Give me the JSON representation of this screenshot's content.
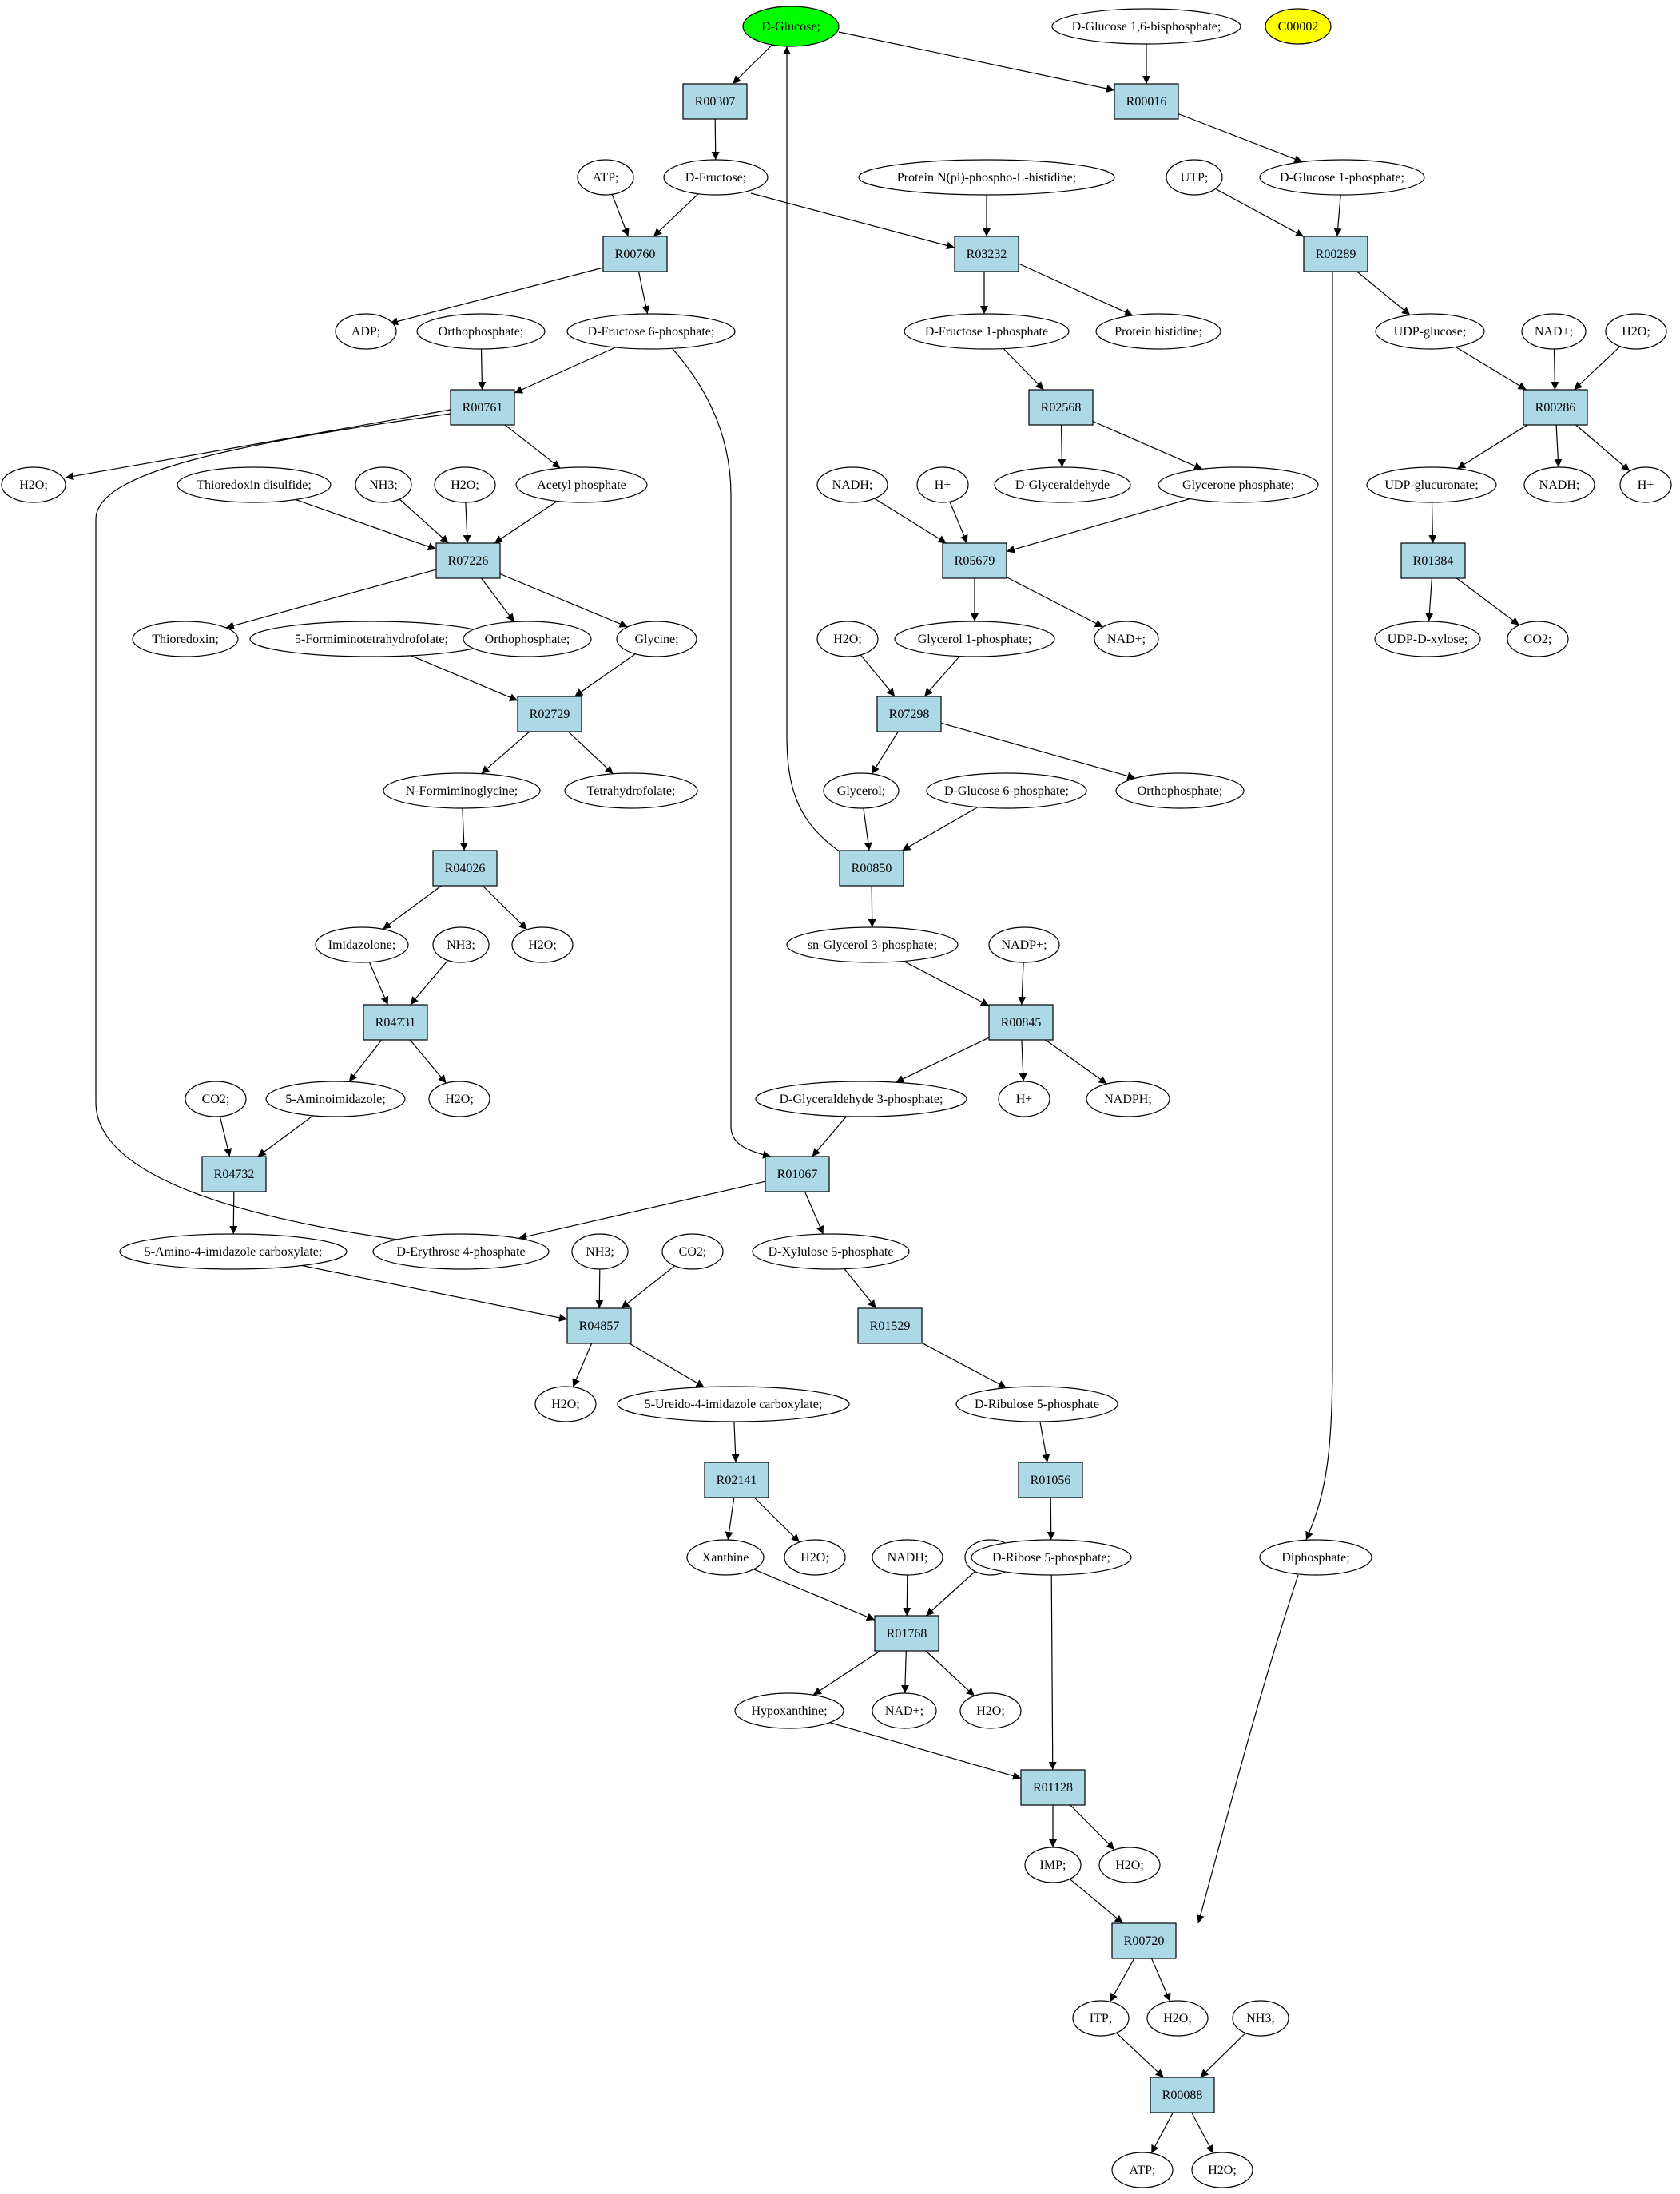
{
  "colors": {
    "reaction": "#add8e6",
    "compound": "#ffffff",
    "start": "#00ff00",
    "highlight": "#ffff00"
  },
  "compounds": [
    {
      "id": "c1",
      "label": "D-Glucose;",
      "fill": "#00ff00"
    },
    {
      "id": "c2",
      "label": "D-Glucose 1,6-bisphosphate;"
    },
    {
      "id": "c3",
      "label": "C00002",
      "fill": "#ffff00"
    },
    {
      "id": "c4",
      "label": "ATP;"
    },
    {
      "id": "c5",
      "label": "D-Fructose;"
    },
    {
      "id": "c6",
      "label": "Protein N(pi)-phospho-L-histidine;"
    },
    {
      "id": "c7",
      "label": "UTP;"
    },
    {
      "id": "c8",
      "label": "D-Glucose 1-phosphate;"
    },
    {
      "id": "c9",
      "label": "ADP;"
    },
    {
      "id": "c10",
      "label": "Orthophosphate;"
    },
    {
      "id": "c11",
      "label": "D-Fructose 6-phosphate;"
    },
    {
      "id": "c12",
      "label": "D-Fructose 1-phosphate"
    },
    {
      "id": "c13",
      "label": "Protein histidine;"
    },
    {
      "id": "c14",
      "label": "UDP-glucose;"
    },
    {
      "id": "c15",
      "label": "NAD+;"
    },
    {
      "id": "c16",
      "label": "H2O;"
    },
    {
      "id": "c17",
      "label": "H2O;"
    },
    {
      "id": "c18",
      "label": "Thioredoxin disulfide;"
    },
    {
      "id": "c19",
      "label": "NH3;"
    },
    {
      "id": "c20",
      "label": "H2O;"
    },
    {
      "id": "c21",
      "label": "Acetyl phosphate"
    },
    {
      "id": "c22",
      "label": "NADH;"
    },
    {
      "id": "c23",
      "label": "H+"
    },
    {
      "id": "c24",
      "label": "D-Glyceraldehyde"
    },
    {
      "id": "c25",
      "label": "Glycerone phosphate;"
    },
    {
      "id": "c26",
      "label": "UDP-glucuronate;"
    },
    {
      "id": "c27",
      "label": "NADH;"
    },
    {
      "id": "c28",
      "label": "H+"
    },
    {
      "id": "c29",
      "label": "Thioredoxin;"
    },
    {
      "id": "c30",
      "label": "5-Formiminotetrahydrofolate;"
    },
    {
      "id": "c31",
      "label": "Orthophosphate;"
    },
    {
      "id": "c32",
      "label": "Glycine;"
    },
    {
      "id": "c33",
      "label": "H2O;"
    },
    {
      "id": "c34",
      "label": "Glycerol 1-phosphate;"
    },
    {
      "id": "c35",
      "label": "NAD+;"
    },
    {
      "id": "c36",
      "label": "UDP-D-xylose;"
    },
    {
      "id": "c37",
      "label": "CO2;"
    },
    {
      "id": "c38",
      "label": "N-Formiminoglycine;"
    },
    {
      "id": "c39",
      "label": "Tetrahydrofolate;"
    },
    {
      "id": "c40",
      "label": "Glycerol;"
    },
    {
      "id": "c41",
      "label": "D-Glucose 6-phosphate;"
    },
    {
      "id": "c42",
      "label": "Orthophosphate;"
    },
    {
      "id": "c43",
      "label": "Imidazolone;"
    },
    {
      "id": "c44",
      "label": "NH3;"
    },
    {
      "id": "c45",
      "label": "H2O;"
    },
    {
      "id": "c46",
      "label": "sn-Glycerol 3-phosphate;"
    },
    {
      "id": "c47",
      "label": "NADP+;"
    },
    {
      "id": "c48",
      "label": "CO2;"
    },
    {
      "id": "c49",
      "label": "5-Aminoimidazole;"
    },
    {
      "id": "c50",
      "label": "H2O;"
    },
    {
      "id": "c51",
      "label": "D-Glyceraldehyde 3-phosphate;"
    },
    {
      "id": "c52",
      "label": "H+"
    },
    {
      "id": "c53",
      "label": "NADPH;"
    },
    {
      "id": "c54",
      "label": "5-Amino-4-imidazole carboxylate;"
    },
    {
      "id": "c55",
      "label": "D-Erythrose 4-phosphate"
    },
    {
      "id": "c56",
      "label": "NH3;"
    },
    {
      "id": "c57",
      "label": "CO2;"
    },
    {
      "id": "c58",
      "label": "D-Xylulose 5-phosphate"
    },
    {
      "id": "c59",
      "label": "H2O;"
    },
    {
      "id": "c60",
      "label": "5-Ureido-4-imidazole carboxylate;"
    },
    {
      "id": "c61",
      "label": "D-Ribulose 5-phosphate"
    },
    {
      "id": "c62",
      "label": "Xanthine"
    },
    {
      "id": "c63",
      "label": "H2O;"
    },
    {
      "id": "c64",
      "label": "NADH;"
    },
    {
      "id": "c65",
      "label": "H+"
    },
    {
      "id": "c66",
      "label": "D-Ribose 5-phosphate;"
    },
    {
      "id": "c67",
      "label": "Diphosphate;"
    },
    {
      "id": "c68",
      "label": "Hypoxanthine;"
    },
    {
      "id": "c69",
      "label": "NAD+;"
    },
    {
      "id": "c70",
      "label": "H2O;"
    },
    {
      "id": "c71",
      "label": "IMP;"
    },
    {
      "id": "c72",
      "label": "H2O;"
    },
    {
      "id": "c73",
      "label": "ITP;"
    },
    {
      "id": "c74",
      "label": "H2O;"
    },
    {
      "id": "c75",
      "label": "NH3;"
    },
    {
      "id": "c76",
      "label": "ATP;"
    },
    {
      "id": "c77",
      "label": "H2O;"
    }
  ],
  "reactions": [
    {
      "id": "r1",
      "label": "R00307"
    },
    {
      "id": "r2",
      "label": "R00016"
    },
    {
      "id": "r3",
      "label": "R00760"
    },
    {
      "id": "r4",
      "label": "R03232"
    },
    {
      "id": "r5",
      "label": "R00289"
    },
    {
      "id": "r6",
      "label": "R00761"
    },
    {
      "id": "r7",
      "label": "R02568"
    },
    {
      "id": "r8",
      "label": "R00286"
    },
    {
      "id": "r9",
      "label": "R07226"
    },
    {
      "id": "r10",
      "label": "R05679"
    },
    {
      "id": "r11",
      "label": "R01384"
    },
    {
      "id": "r12",
      "label": "R02729"
    },
    {
      "id": "r13",
      "label": "R07298"
    },
    {
      "id": "r14",
      "label": "R04026"
    },
    {
      "id": "r15",
      "label": "R00850"
    },
    {
      "id": "r16",
      "label": "R04731"
    },
    {
      "id": "r17",
      "label": "R00845"
    },
    {
      "id": "r18",
      "label": "R04732"
    },
    {
      "id": "r19",
      "label": "R01067"
    },
    {
      "id": "r20",
      "label": "R04857"
    },
    {
      "id": "r21",
      "label": "R01529"
    },
    {
      "id": "r22",
      "label": "R02141"
    },
    {
      "id": "r23",
      "label": "R01056"
    },
    {
      "id": "r24",
      "label": "R01768"
    },
    {
      "id": "r25",
      "label": "R01128"
    },
    {
      "id": "r26",
      "label": "R00720"
    },
    {
      "id": "r27",
      "label": "R00088"
    }
  ],
  "edges": [
    [
      "c1",
      "r1"
    ],
    [
      "r1",
      "c5"
    ],
    [
      "c1",
      "r2"
    ],
    [
      "c2",
      "r2"
    ],
    [
      "r2",
      "c8"
    ],
    [
      "c4",
      "r3"
    ],
    [
      "c5",
      "r3"
    ],
    [
      "r3",
      "c9"
    ],
    [
      "r3",
      "c11"
    ],
    [
      "c5",
      "r4"
    ],
    [
      "c6",
      "r4"
    ],
    [
      "r4",
      "c12"
    ],
    [
      "r4",
      "c13"
    ],
    [
      "c7",
      "r5"
    ],
    [
      "c8",
      "r5"
    ],
    [
      "r5",
      "c14"
    ],
    [
      "r5",
      "c67"
    ],
    [
      "c10",
      "r6"
    ],
    [
      "c11",
      "r6"
    ],
    [
      "r6",
      "c17"
    ],
    [
      "r6",
      "c21"
    ],
    [
      "r6",
      "c55"
    ],
    [
      "c11",
      "r19"
    ],
    [
      "c12",
      "r7"
    ],
    [
      "r7",
      "c24"
    ],
    [
      "r7",
      "c25"
    ],
    [
      "c14",
      "r8"
    ],
    [
      "c15",
      "r8"
    ],
    [
      "c16",
      "r8"
    ],
    [
      "r8",
      "c26"
    ],
    [
      "r8",
      "c27"
    ],
    [
      "r8",
      "c28"
    ],
    [
      "c18",
      "r9"
    ],
    [
      "c19",
      "r9"
    ],
    [
      "c20",
      "r9"
    ],
    [
      "c21",
      "r9"
    ],
    [
      "r9",
      "c29"
    ],
    [
      "r9",
      "c31"
    ],
    [
      "r9",
      "c32"
    ],
    [
      "c22",
      "r10"
    ],
    [
      "c23",
      "r10"
    ],
    [
      "c25",
      "r10"
    ],
    [
      "r10",
      "c34"
    ],
    [
      "r10",
      "c35"
    ],
    [
      "c26",
      "r11"
    ],
    [
      "r11",
      "c36"
    ],
    [
      "r11",
      "c37"
    ],
    [
      "c30",
      "r12"
    ],
    [
      "c32",
      "r12"
    ],
    [
      "r12",
      "c38"
    ],
    [
      "r12",
      "c39"
    ],
    [
      "c33",
      "r13"
    ],
    [
      "c34",
      "r13"
    ],
    [
      "r13",
      "c40"
    ],
    [
      "r13",
      "c42"
    ],
    [
      "c38",
      "r14"
    ],
    [
      "r14",
      "c43"
    ],
    [
      "r14",
      "c45"
    ],
    [
      "c40",
      "r15"
    ],
    [
      "c41",
      "r15"
    ],
    [
      "r15",
      "c46"
    ],
    [
      "r15",
      "c1"
    ],
    [
      "c43",
      "r16"
    ],
    [
      "c44",
      "r16"
    ],
    [
      "r16",
      "c49"
    ],
    [
      "r16",
      "c50"
    ],
    [
      "c46",
      "r17"
    ],
    [
      "c47",
      "r17"
    ],
    [
      "r17",
      "c51"
    ],
    [
      "r17",
      "c52"
    ],
    [
      "r17",
      "c53"
    ],
    [
      "c48",
      "r18"
    ],
    [
      "c49",
      "r18"
    ],
    [
      "r18",
      "c54"
    ],
    [
      "c51",
      "r19"
    ],
    [
      "r19",
      "c55"
    ],
    [
      "r19",
      "c58"
    ],
    [
      "c54",
      "r20"
    ],
    [
      "c56",
      "r20"
    ],
    [
      "c57",
      "r20"
    ],
    [
      "r20",
      "c59"
    ],
    [
      "r20",
      "c60"
    ],
    [
      "c58",
      "r21"
    ],
    [
      "r21",
      "c61"
    ],
    [
      "c60",
      "r22"
    ],
    [
      "r22",
      "c62"
    ],
    [
      "r22",
      "c63"
    ],
    [
      "c61",
      "r23"
    ],
    [
      "r23",
      "c66"
    ],
    [
      "c62",
      "r24"
    ],
    [
      "c64",
      "r24"
    ],
    [
      "c65",
      "r24"
    ],
    [
      "r24",
      "c68"
    ],
    [
      "r24",
      "c69"
    ],
    [
      "r24",
      "c70"
    ],
    [
      "c68",
      "r25"
    ],
    [
      "c66",
      "r25"
    ],
    [
      "r25",
      "c71"
    ],
    [
      "r25",
      "c72"
    ],
    [
      "c71",
      "r26"
    ],
    [
      "c67",
      "r26"
    ],
    [
      "r26",
      "c73"
    ],
    [
      "r26",
      "c74"
    ],
    [
      "c73",
      "r27"
    ],
    [
      "c75",
      "r27"
    ],
    [
      "r27",
      "c76"
    ],
    [
      "r27",
      "c77"
    ]
  ]
}
